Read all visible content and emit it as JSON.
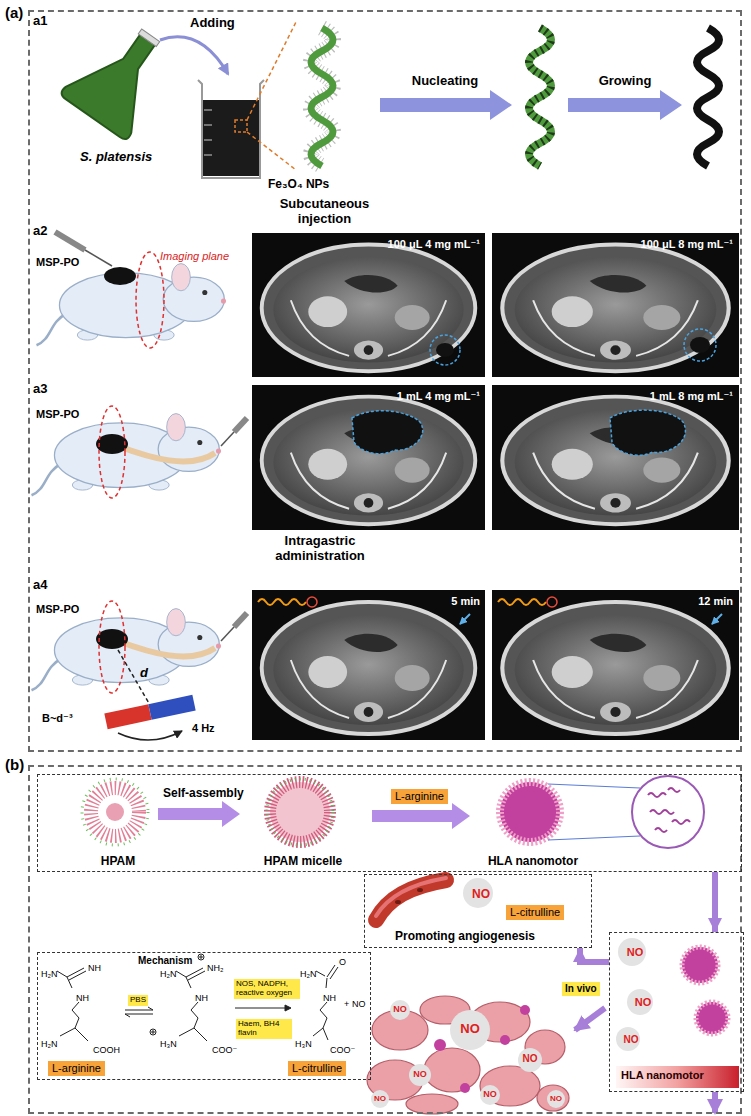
{
  "diagram": {
    "nodes": [
      {
        "text": [
          "(a)"
        ]
      },
      {
        "text": [
          "(b)"
        ]
      },
      {
        "text": [
          "Self-assembly",
          "HPAM",
          "HPAM micelle",
          "HLA nanomotor"
        ],
        "in": 1
      },
      {
        "text": [
          "L-arginine"
        ],
        "in": 2
      },
      {
        "text": [
          "Mechanism",
          "H₂N",
          "NH",
          "NH",
          "H₂N",
          "COOH",
          "H₂N",
          "NH₂",
          "NH",
          "H₃N",
          "COO⁻",
          "H₂N",
          "O",
          "NH",
          "H₃N",
          "COO⁻",
          "+",
          "NO"
        ],
        "in": 1
      },
      {
        "text": [
          "PBS"
        ],
        "in": 4
      },
      {
        "text": [
          "NOS, NADPH, reactive oxygen"
        ],
        "in": 4
      },
      {
        "text": [
          "Haem, BH4 flavin"
        ],
        "in": 4
      },
      {
        "text": [
          "L-arginine"
        ],
        "in": 4
      },
      {
        "text": [
          "L-citrulline"
        ],
        "in": 4
      },
      {
        "text": [
          "Promoting angiogenesis",
          "NO"
        ],
        "in": 1
      },
      {
        "text": [
          "L-citrulline"
        ],
        "in": 10
      },
      {
        "text": [
          "NO",
          "NO",
          "NO"
        ],
        "in": 1
      },
      {
        "text": [
          "HLA nanomotor"
        ],
        "in": 12
      },
      {
        "text": [
          "In vivo"
        ],
        "in": 1
      }
    ],
    "edges": [
      {
        "from": 2,
        "to": 12,
        "arrow": "to"
      },
      {
        "from": 12,
        "to": 10,
        "arrow": "to"
      }
    ],
    "labels": [
      "a1",
      "Adding",
      "S. platensis",
      "Fe₃O₄ NPs",
      "Nucleating",
      "Growing",
      "a2",
      "Subcutaneous injection",
      "MSP-PO",
      "Imaging plane",
      "100 μL 4 mg mL⁻¹",
      "100 μL 8 mg mL⁻¹",
      "a3",
      "MSP-PO",
      "1 mL 4 mg mL⁻¹",
      "1 mL 8 mg mL⁻¹",
      "Intragastric administration",
      "a4",
      "MSP-PO",
      "d",
      "B~d⁻³",
      "4 Hz",
      "5 min",
      "12 min",
      "NO",
      "NO",
      "NO",
      "NO",
      "NO",
      "NO",
      "NO"
    ]
  }
}
